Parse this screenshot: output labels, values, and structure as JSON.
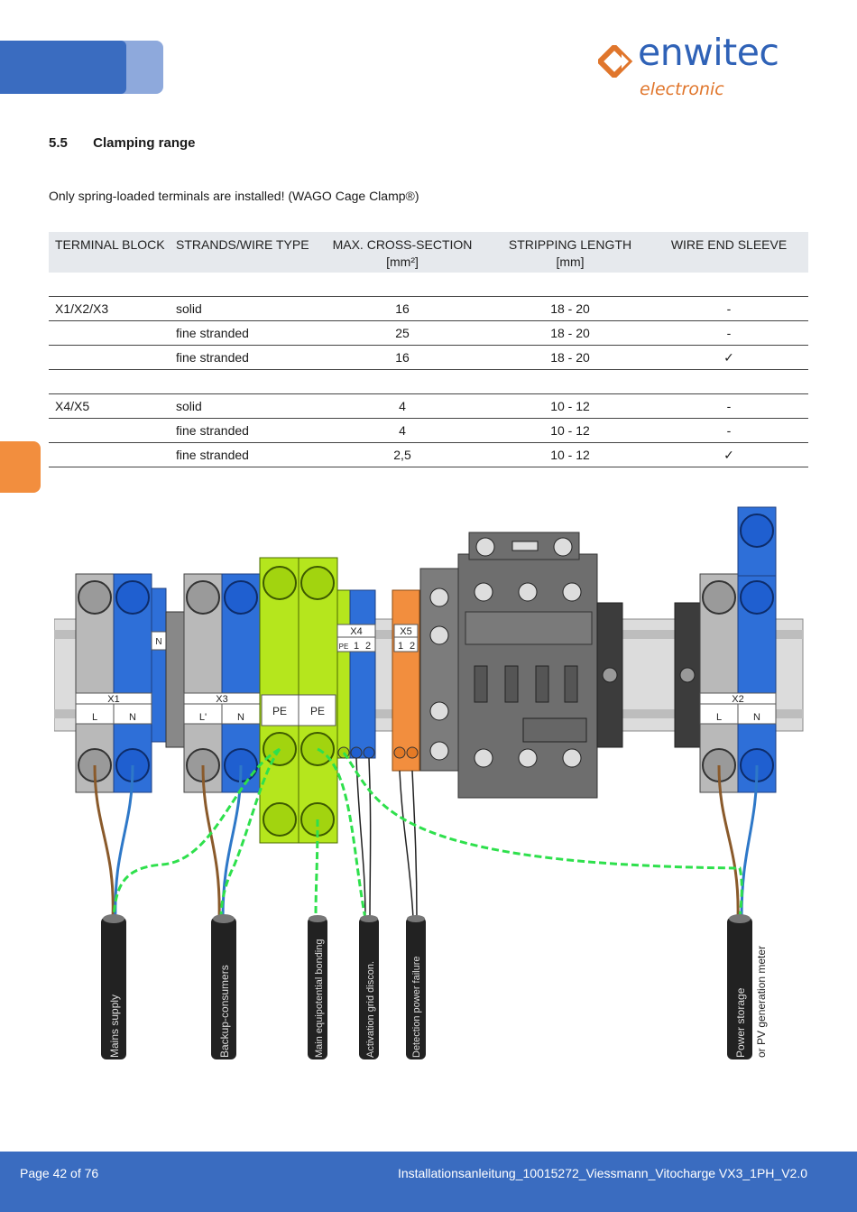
{
  "brand": {
    "name": "enwitec",
    "sub": "electronic"
  },
  "section": {
    "number": "5.5",
    "title": "Clamping range"
  },
  "intro": "Only spring-loaded terminals are installed! (WAGO Cage Clamp®)",
  "table": {
    "headers": {
      "block": "TERMINAL BLOCK",
      "type": "STRANDS/WIRE TYPE",
      "section_line1": "MAX. CROSS-SECTION",
      "section_line2": "[mm²]",
      "strip_line1": "STRIPPING  LENGTH",
      "strip_line2": "[mm]",
      "sleeve": "WIRE END SLEEVE"
    },
    "groups": [
      {
        "block": "X1/X2/X3",
        "rows": [
          {
            "type": "solid",
            "section": "16",
            "strip": "18 - 20",
            "sleeve": "-"
          },
          {
            "type": "fine stranded",
            "section": "25",
            "strip": "18 - 20",
            "sleeve": "-"
          },
          {
            "type": "fine stranded",
            "section": "16",
            "strip": "18 - 20",
            "sleeve": "✓"
          }
        ]
      },
      {
        "block": "X4/X5",
        "rows": [
          {
            "type": "solid",
            "section": "4",
            "strip": "10 - 12",
            "sleeve": "-"
          },
          {
            "type": "fine stranded",
            "section": "4",
            "strip": "10 - 12",
            "sleeve": "-"
          },
          {
            "type": "fine stranded",
            "section": "2,5",
            "strip": "10 - 12",
            "sleeve": "✓"
          }
        ]
      }
    ]
  },
  "diagram": {
    "terminals": {
      "x1": "X1",
      "x1_l": "L",
      "x1_n": "N",
      "x3": "X3",
      "x3_l": "L'",
      "x3_n": "N",
      "pe1": "PE",
      "pe2": "PE",
      "x4": "X4",
      "x4_pe": "PE",
      "x4_1": "1",
      "x4_2": "2",
      "x5": "X5",
      "x5_1": "1",
      "x5_2": "2",
      "x2": "X2",
      "x2_l": "L",
      "x2_n": "N",
      "x1_top_n": "N"
    },
    "cables": {
      "mains": "Mains supply",
      "backup": "Backup-consumers",
      "bonding": "Main equipotential bonding",
      "activation": "Activation grid discon.",
      "detection": "Detection power failure",
      "storage1": "Power storage",
      "storage2": "or PV generation meter"
    },
    "colors": {
      "blue": "#2e6fd8",
      "grey": "#c8c8c8",
      "pe_green": "#b5e61d",
      "orange": "#f28e3e",
      "contactor": "#6e6e6e",
      "rail": "#cfcfcf"
    }
  },
  "footer": {
    "page": "Page 42 of 76",
    "document": "Installationsanleitung_10015272_Viessmann_Vitocharge VX3_1PH_V2.0"
  }
}
